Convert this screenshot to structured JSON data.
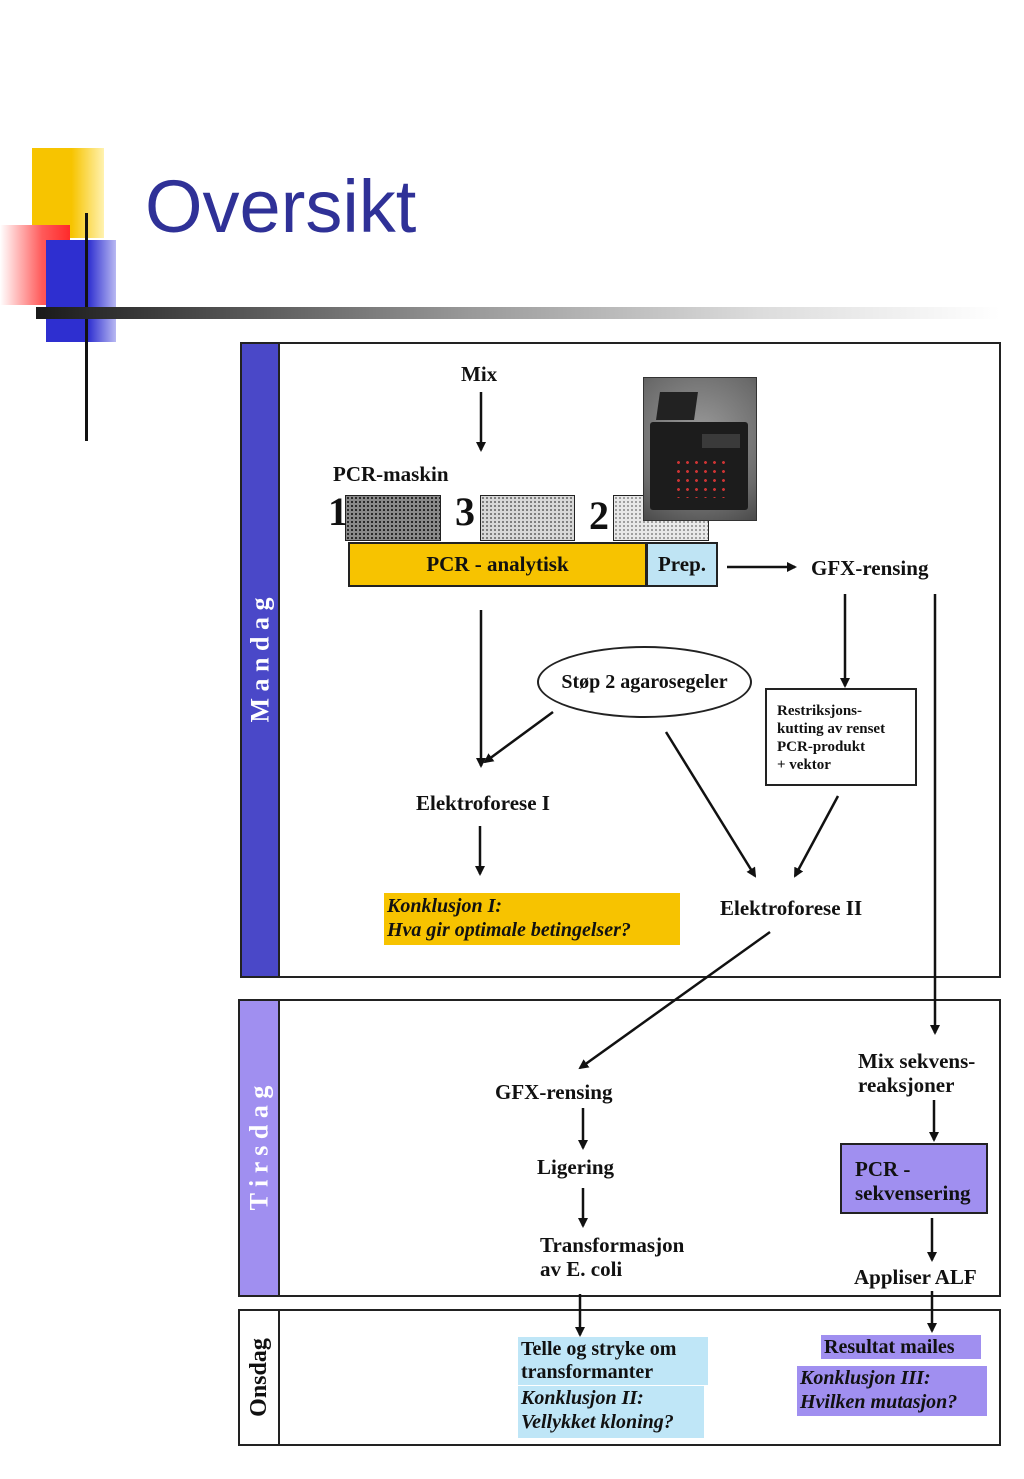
{
  "slide": {
    "title": "Oversikt"
  },
  "days": {
    "monday": "M a n d a g",
    "tuesday": "T i r s d a g",
    "wednesday": "Onsdag"
  },
  "monday": {
    "mix": "Mix",
    "pcr_machine": "PCR-maskin",
    "slot_numbers": [
      "1",
      "3",
      "2"
    ],
    "pcr_analytic": "PCR - analytisk",
    "prep": "Prep.",
    "gfx_rensing": "GFX-rensing",
    "cast_gels": "Støp 2 agarosegeler",
    "restriction": [
      "Restriksjons-",
      "kutting av renset",
      "PCR-produkt",
      "+ vektor"
    ],
    "electrophoresis_1": "Elektroforese I",
    "electrophoresis_2": "Elektroforese II",
    "conclusion_1": [
      "Konklusjon I:",
      "Hva gir optimale betingelser?"
    ]
  },
  "tuesday": {
    "gfx_rensing": "GFX-rensing",
    "ligation": "Ligering",
    "transformation": [
      "Transformasjon",
      "av E. coli"
    ],
    "mix_seq": [
      "Mix sekvens-",
      "reaksjoner"
    ],
    "pcr_seq": [
      "PCR -",
      "sekvensering"
    ],
    "apply_alf": "Appliser ALF"
  },
  "wednesday": {
    "count": [
      "Telle og stryke om",
      "transformanter"
    ],
    "conclusion_2": [
      "Konklusjon II:",
      "Vellykket kloning?"
    ],
    "results": "Resultat mailes",
    "conclusion_3": [
      "Konklusjon III:",
      "Hvilken mutasjon?"
    ]
  },
  "colors": {
    "title": "#2f3197",
    "monday_bar": "#4a48c8",
    "tuesday_bar": "#a08ff0",
    "pcr_yellow": "#f7c300",
    "prep_blue": "#bfe4f4",
    "pcr_seq_purple": "#a08ff0"
  }
}
